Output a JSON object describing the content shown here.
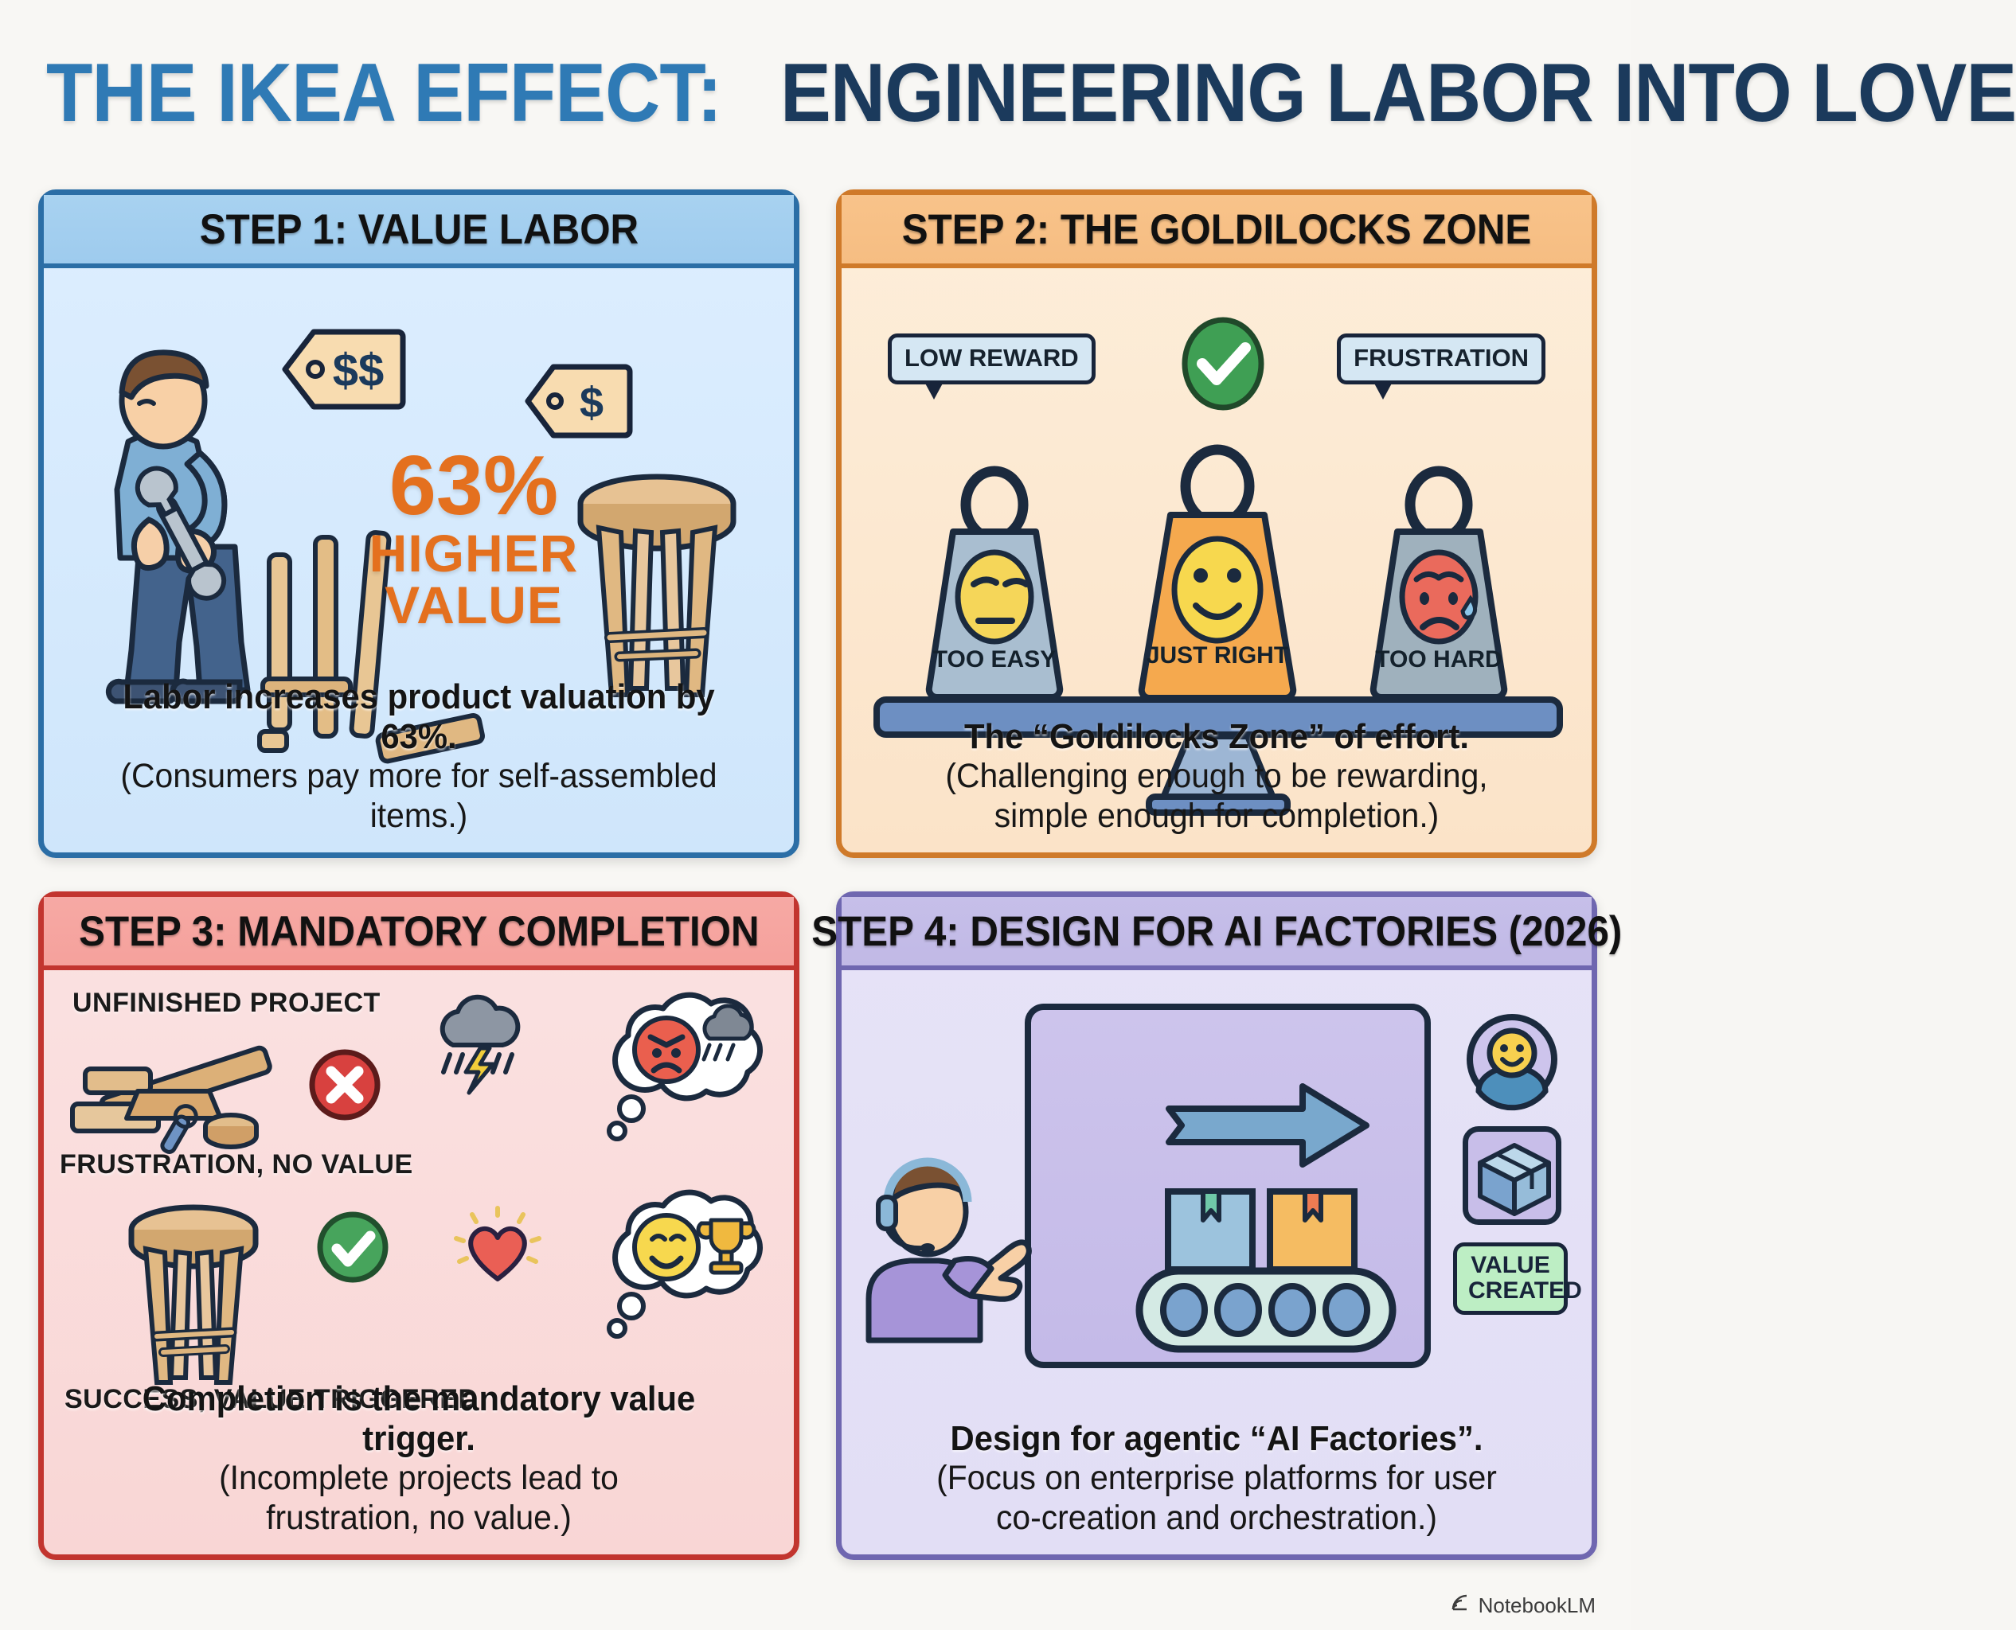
{
  "title": {
    "part_a": "THE IKEA EFFECT:",
    "part_b": "ENGINEERING LABOR INTO LOVE",
    "color_a": "#2f7ab5",
    "color_b": "#1b3a5c"
  },
  "panels": [
    {
      "id": "step-1",
      "header": "STEP 1: VALUE LABOR",
      "accent": "#2b6ea6",
      "stat_number": "63%",
      "stat_word_1": "HIGHER",
      "stat_word_2": "VALUE",
      "stat_color": "#e4701e",
      "price_tag_high": "$$",
      "price_tag_low": "$",
      "caption_bold": "Labor increases product valuation by 63%.",
      "caption_note": "(Consumers pay more for self-assembled items.)"
    },
    {
      "id": "step-2",
      "header": "STEP 2: THE GOLDILOCKS ZONE",
      "accent": "#cf7a2a",
      "callout_left": "LOW REWARD",
      "callout_right": "FRUSTRATION",
      "weight_left": "TOO EASY",
      "weight_center": "JUST RIGHT",
      "weight_right": "TOO HARD",
      "caption_bold": "The “Goldilocks Zone” of effort.",
      "caption_note_line1": "(Challenging enough to be rewarding,",
      "caption_note_line2": "simple enough for completion.)"
    },
    {
      "id": "step-3",
      "header": "STEP 3: MANDATORY COMPLETION",
      "accent": "#c2352f",
      "label_top": "UNFINISHED PROJECT",
      "label_mid": "FRUSTRATION, NO VALUE",
      "label_bottom": "SUCCESS, VALUE TRIGGERED",
      "caption_bold": "Completion is the mandatory value trigger.",
      "caption_note_line1": "(Incomplete projects lead to",
      "caption_note_line2": "frustration, no value.)"
    },
    {
      "id": "step-4",
      "header": "STEP 4: DESIGN FOR AI FACTORIES (2026)",
      "accent": "#6f67b0",
      "badge_line1": "VALUE",
      "badge_line2": "CREATED",
      "caption_bold": "Design for agentic “AI Factories”.",
      "caption_note_line1": "(Focus on enterprise platforms for user",
      "caption_note_line2": "co-creation and orchestration.)"
    }
  ],
  "watermark": {
    "label": "NotebookLM",
    "icon": "notebooklm-spiral-icon"
  }
}
